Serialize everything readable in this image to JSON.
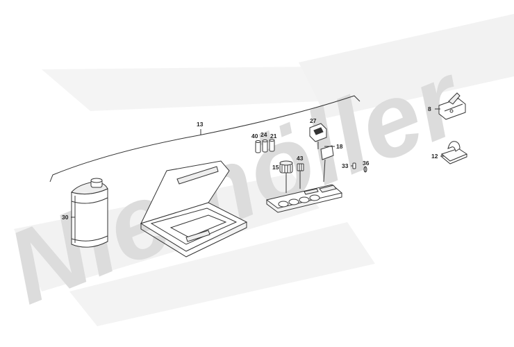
{
  "watermark": "Niemöller",
  "callouts": {
    "c13": "13",
    "c40": "40",
    "c24": "24",
    "c21": "21",
    "c27": "27",
    "c18": "18",
    "c43": "43",
    "c15": "15",
    "c33": "33",
    "c36": "36",
    "c30": "30",
    "c8": "8",
    "c12": "12"
  }
}
